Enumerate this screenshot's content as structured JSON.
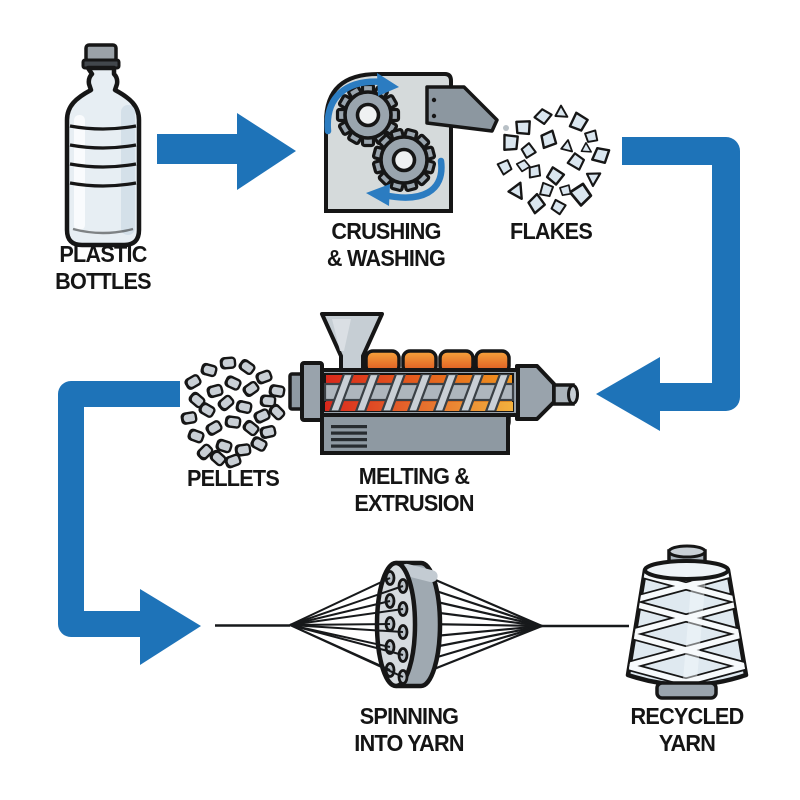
{
  "diagram": {
    "title_hint": "plastic bottle recycling process",
    "flow_order": [
      "plastic_bottles",
      "crushing_washing",
      "flakes",
      "melting_extrusion",
      "pellets",
      "spinning_into_yarn",
      "recycled_yarn"
    ],
    "steps": {
      "plastic_bottles": {
        "line1": "PLASTIC",
        "line2": "BOTTLES"
      },
      "crushing_washing": {
        "line1": "CRUSHING",
        "line2": "& WASHING"
      },
      "flakes": {
        "line1": "FLAKES"
      },
      "pellets": {
        "line1": "PELLETS"
      },
      "melting_extrusion": {
        "line1": "MELTING &",
        "line2": "EXTRUSION"
      },
      "spinning_into_yarn": {
        "line1": "SPINNING",
        "line2": "INTO YARN"
      },
      "recycled_yarn": {
        "line1": "RECYCLED",
        "line2": "YARN"
      }
    },
    "colors": {
      "arrow_blue": "#1e73b8",
      "rotation_arrow_blue": "#2b7cc1",
      "outline_black": "#161616",
      "label_black": "#151515",
      "machine_gray": "#d5dadb",
      "metal_gray": "#99a3ac",
      "heater_orange": "#ee7c1e",
      "melt_red": "#d9281c",
      "flake_blue": "#dae6ef",
      "pellet_gray": "#c9cfd5",
      "bottle_blue": "#e7eef3",
      "yarn_white": "#eef3f7",
      "background": "#ffffff"
    }
  }
}
